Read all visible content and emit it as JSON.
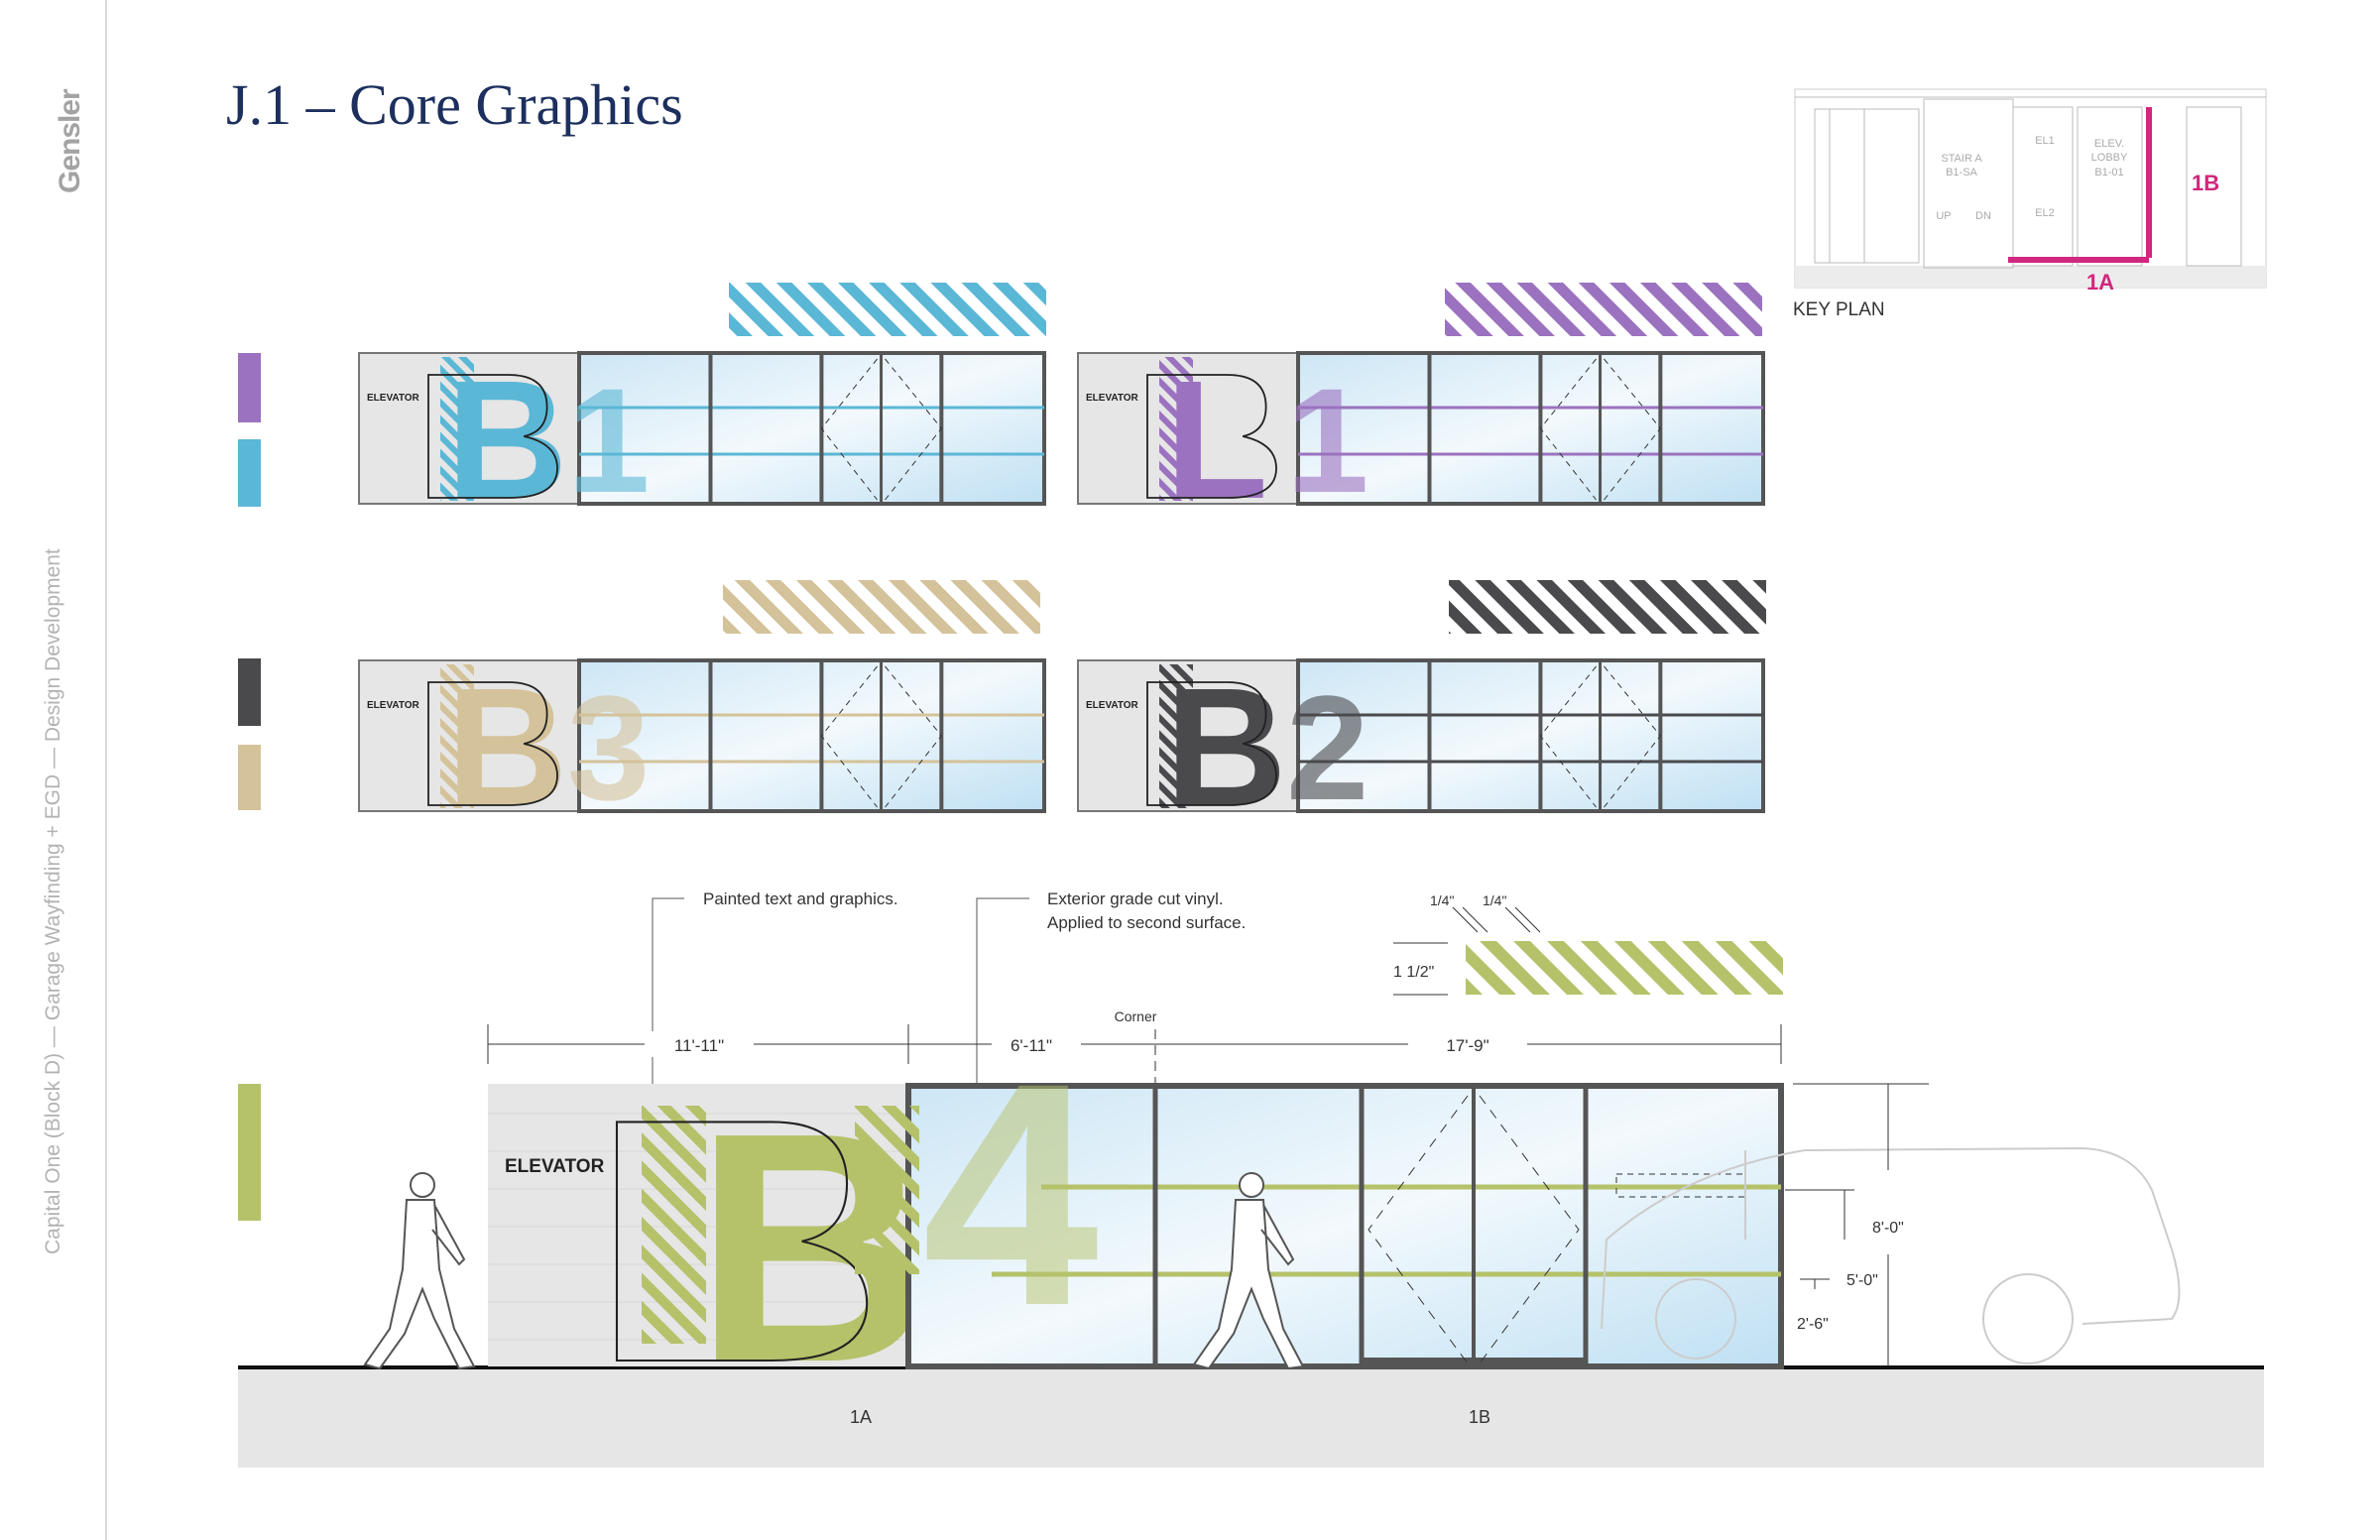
{
  "brand": "Gensler",
  "sidebar_caption": "Capital One (Block D) — Garage Wayfinding + EGD — Design Development",
  "title": "J.1 – Core Graphics",
  "key_plan": {
    "label": "KEY PLAN",
    "rooms": {
      "stair": "STAIR A",
      "stair_id": "B1-SA",
      "up": "UP",
      "dn": "DN",
      "el1": "EL1",
      "el2": "EL2",
      "lobby_1": "ELEV.",
      "lobby_2": "LOBBY",
      "lobby_id": "B1-01"
    },
    "marker_a": "1A",
    "marker_b": "1B",
    "marker_color": "#d0287e"
  },
  "swatches": [
    {
      "color": "#9b72bf"
    },
    {
      "color": "#5bb7d6"
    },
    {
      "color": "#4a4a4d"
    },
    {
      "color": "#d4c29a"
    },
    {
      "color": "#b5c26a"
    }
  ],
  "panels": [
    {
      "elevator_label": "ELEVATOR",
      "letter": "B",
      "number": "1",
      "color": "#5bb7d6"
    },
    {
      "elevator_label": "ELEVATOR",
      "letter": "L",
      "number": "1",
      "color": "#9b72bf"
    },
    {
      "elevator_label": "ELEVATOR",
      "letter": "B",
      "number": "3",
      "color": "#d4c29a"
    },
    {
      "elevator_label": "ELEVATOR",
      "letter": "B",
      "number": "2",
      "color": "#4a4a4d"
    }
  ],
  "elevation": {
    "elevator_label": "ELEVATOR",
    "letter": "B",
    "number": "4",
    "color": "#b5c26a",
    "note_painted": "Painted text and graphics.",
    "note_vinyl_1": "Exterior grade cut vinyl.",
    "note_vinyl_2": "Applied to second surface.",
    "stripe_width_1": "1/4\"",
    "stripe_width_2": "1/4\"",
    "stripe_height": "1 1/2\"",
    "corner_label": "Corner",
    "dim_1": "11'-11\"",
    "dim_2": "6'-11\"",
    "dim_3": "17'-9\"",
    "height_1": "8'-0\"",
    "height_2": "5'-0\"",
    "height_3": "2'-6\"",
    "zone_a": "1A",
    "zone_b": "1B"
  }
}
